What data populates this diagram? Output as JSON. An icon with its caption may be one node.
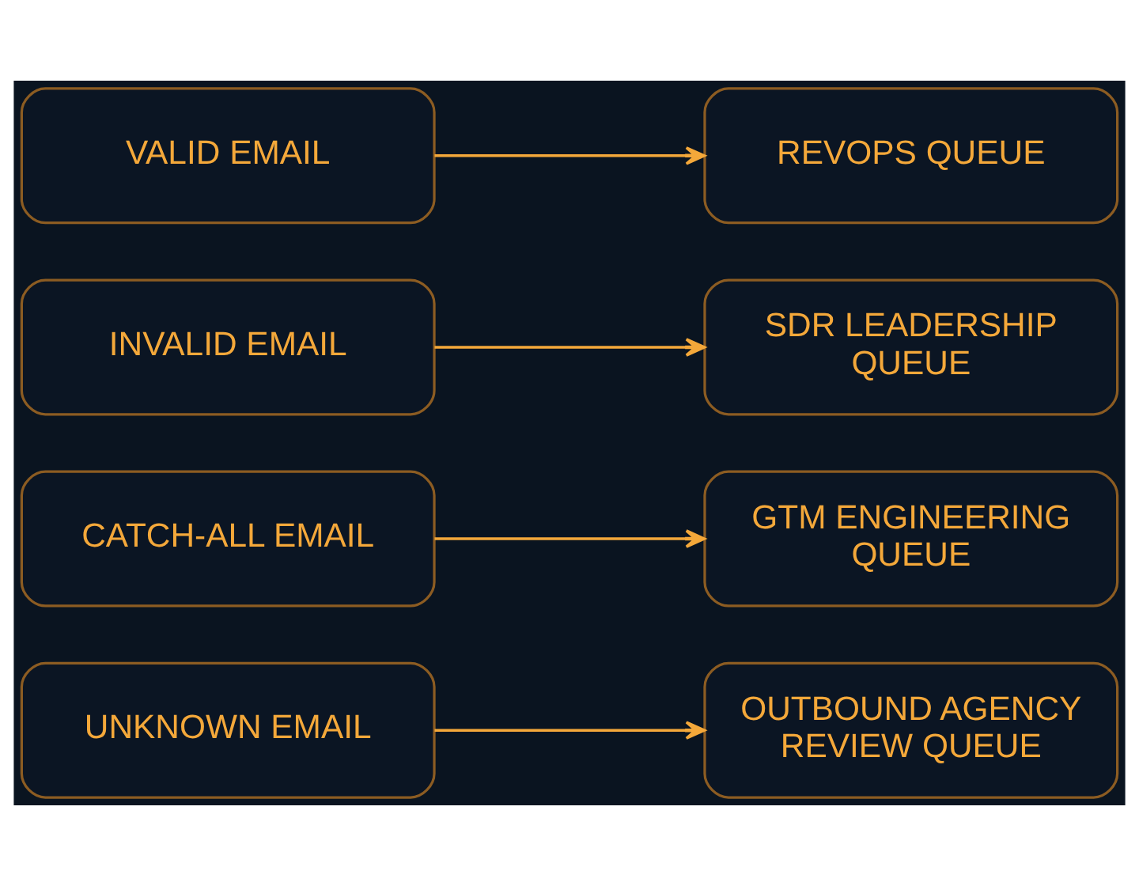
{
  "diagram": {
    "nodes": [
      {
        "text": [
          "VALID EMAIL"
        ]
      },
      {
        "text": [
          "REVOPS QUEUE"
        ]
      },
      {
        "text": [
          "INVALID EMAIL"
        ]
      },
      {
        "text": [
          "SDR LEADERSHIP QUEUE"
        ]
      },
      {
        "text": [
          "CATCH-ALL EMAIL"
        ]
      },
      {
        "text": [
          "GTM ENGINEERING QUEUE"
        ]
      },
      {
        "text": [
          "UNKNOWN EMAIL"
        ]
      },
      {
        "text": [
          "OUTBOUND AGENCY REVIEW QUEUE"
        ]
      }
    ],
    "edges": [
      {
        "from": 0,
        "to": 1,
        "arrow": "to"
      },
      {
        "from": 2,
        "to": 3,
        "arrow": "to"
      },
      {
        "from": 4,
        "to": 5,
        "arrow": "to"
      },
      {
        "from": 6,
        "to": 7,
        "arrow": "to"
      }
    ]
  }
}
